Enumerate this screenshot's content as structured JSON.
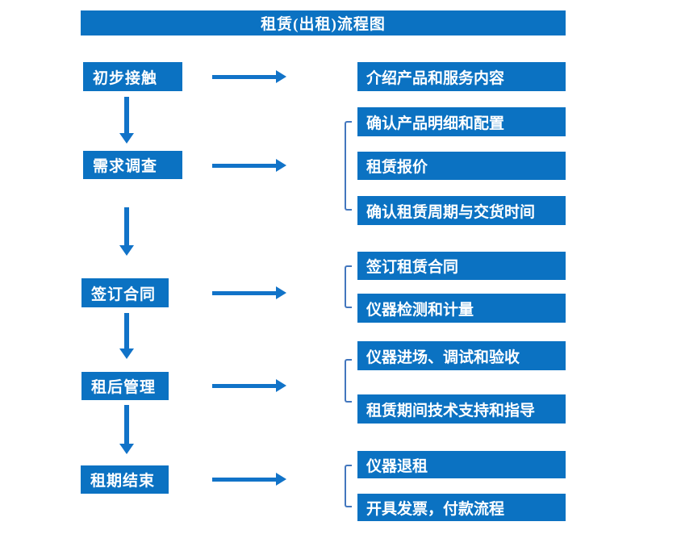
{
  "title": "租赁(出租)流程图",
  "colors": {
    "box_fill": "#0B72C2",
    "arrow": "#1173C8",
    "bracket": "#4377BE",
    "text": "#FFFFFF"
  },
  "left_steps": [
    {
      "label": "初步接触"
    },
    {
      "label": "需求调查"
    },
    {
      "label": "签订合同"
    },
    {
      "label": "租后管理"
    },
    {
      "label": "租期结束"
    }
  ],
  "right_boxes": [
    {
      "label": "介绍产品和服务内容"
    },
    {
      "label": "确认产品明细和配置"
    },
    {
      "label": "租赁报价"
    },
    {
      "label": "确认租赁周期与交货时间"
    },
    {
      "label": "签订租赁合同"
    },
    {
      "label": "仪器检测和计量"
    },
    {
      "label": "仪器进场、调试和验收"
    },
    {
      "label": "租赁期间技术支持和指导"
    },
    {
      "label": "仪器退租"
    },
    {
      "label": "开具发票，付款流程"
    }
  ]
}
